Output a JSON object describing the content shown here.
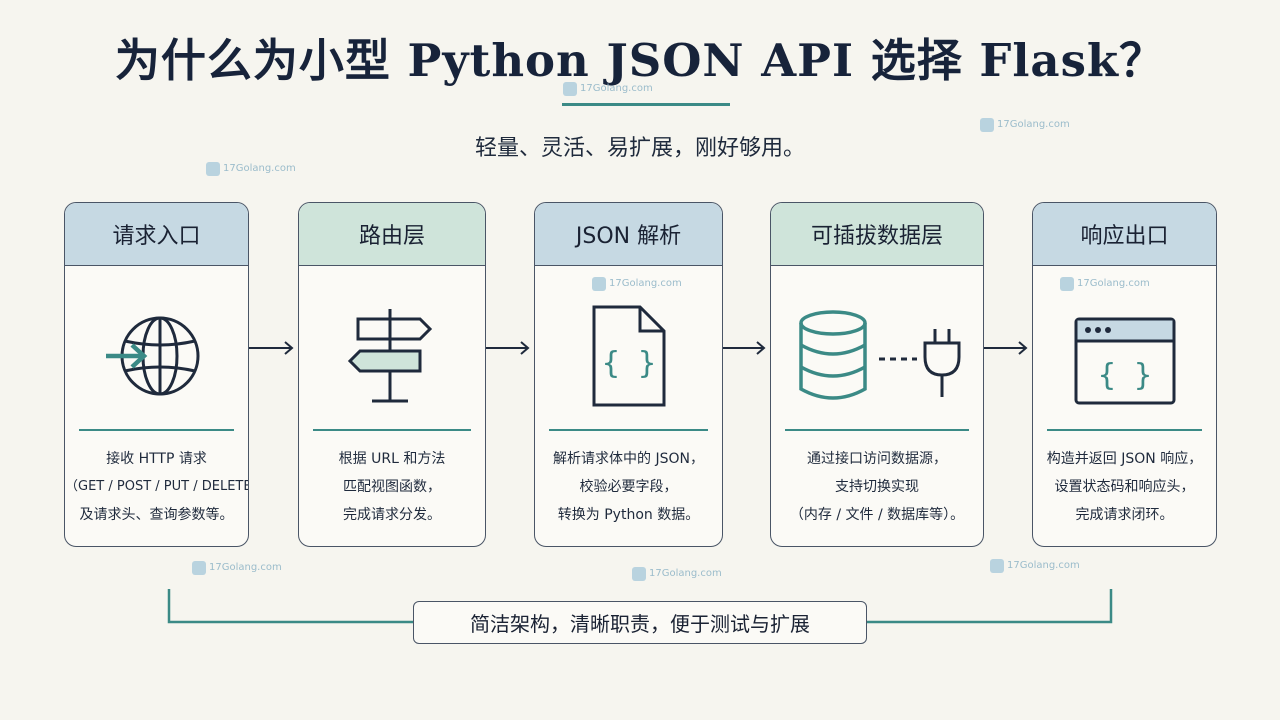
{
  "title": "为什么为小型 Python JSON API 选择 Flask？",
  "subtitle": "轻量、灵活、易扩展，刚好够用。",
  "watermark": "17Golang.com",
  "stages": [
    {
      "header": "请求入口",
      "icon": "globe-enter-icon",
      "header_color": "#c6d9e3",
      "lines": [
        "接收 HTTP 请求",
        "（GET / POST / PUT / DELETE）",
        "及请求头、查询参数等。"
      ]
    },
    {
      "header": "路由层",
      "icon": "signpost-icon",
      "header_color": "#cfe4da",
      "lines": [
        "根据 URL 和方法",
        "匹配视图函数，",
        "完成请求分发。"
      ]
    },
    {
      "header": "JSON 解析",
      "icon": "json-document-icon",
      "header_color": "#c6d9e3",
      "lines": [
        "解析请求体中的 JSON，",
        "校验必要字段，",
        "转换为 Python 数据。"
      ]
    },
    {
      "header": "可插拔数据层",
      "icon": "database-plug-icon",
      "header_color": "#cfe4da",
      "lines": [
        "通过接口访问数据源，",
        "支持切换实现",
        "（内存 / 文件 / 数据库等）。"
      ]
    },
    {
      "header": "响应出口",
      "icon": "json-window-icon",
      "header_color": "#c6d9e3",
      "lines": [
        "构造并返回 JSON 响应，",
        "设置状态码和响应头，",
        "完成请求闭环。"
      ]
    }
  ],
  "summary": "简洁架构，清晰职责，便于测试与扩展",
  "colors": {
    "accent": "#3b8a86",
    "ink": "#1f2a3c",
    "background": "#f6f5ef"
  }
}
